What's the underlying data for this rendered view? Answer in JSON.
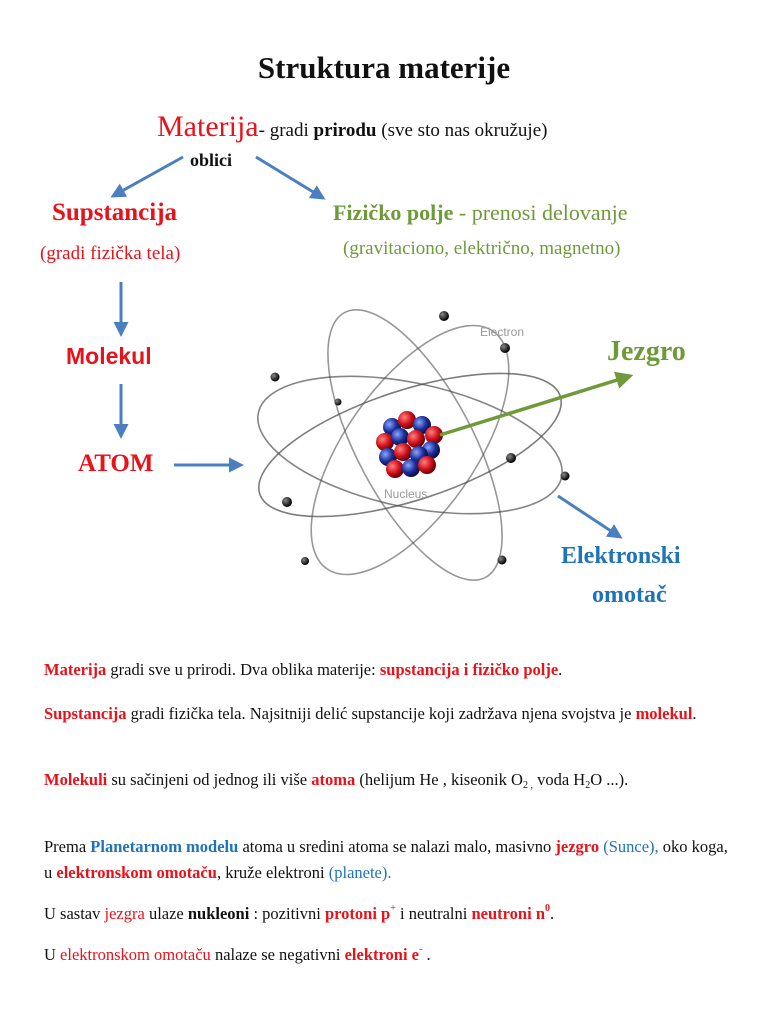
{
  "title": "Struktura materije",
  "top": {
    "materija": "Materija",
    "dash": "- gradi ",
    "prirodu": "prirodu",
    "rest": " (sve sto nas okružuje)",
    "oblici": "oblici"
  },
  "left": {
    "supstancija": "Supstancija",
    "supstancija_sub": "(gradi fizička tela)",
    "molekul": "Molekul",
    "atom": "ATOM"
  },
  "right": {
    "polje": "Fizičko polje",
    "polje_rest": " - prenosi delovanje",
    "polje_sub": "(gravitaciono, električno, magnetno)",
    "jezgro": "Jezgro",
    "omotac_line1": "Elektronski",
    "omotac_line2": "omotač"
  },
  "atom_image": {
    "electron_label": "Electron",
    "nucleus_label": "Nucleus"
  },
  "paragraphs": {
    "p1": {
      "a": "Materija",
      "b": " gradi sve u prirodi. Dva oblika materije: ",
      "c": "supstancija i fizičko polje",
      "d": "."
    },
    "p2": {
      "a": "Supstancija",
      "b": " gradi fizička tela. Najsitniji delić supstancije koji zadržava njena svojstva je ",
      "c": "molekul",
      "d": "."
    },
    "p3": {
      "a": "Molekuli",
      "b": " su sačinjeni od jednog ili više ",
      "c": "atoma",
      "d": " (helijum He , kiseonik O",
      "e": "2 ,",
      "f": "  voda H",
      "g": "2",
      "h": "O ...)."
    },
    "p4": {
      "a": "Prema ",
      "b": "Planetarnom modelu",
      "c": " atoma u sredini atoma se nalazi malo, masivno ",
      "d": "jezgro",
      "e": " (Sunce),",
      "f": " oko koga, u ",
      "g": "elektronskom omotaču",
      "h": ", kruže elektroni ",
      "i": "(planete)."
    },
    "p5": {
      "a": "U sastav ",
      "b": "jezgra",
      "c": " ulaze ",
      "d": "nukleoni",
      "e": " : pozitivni ",
      "f": "protoni",
      "g": "   p",
      "h": "+",
      "i": "  i neutralni ",
      "j": "neutroni",
      "k": "   n",
      "l": "0",
      "m": "."
    },
    "p6": {
      "a": "U ",
      "b": "elektronskom omotaču",
      "c": " nalaze se negativni ",
      "d": "elektroni",
      "e": "  e",
      "f": "-",
      "g": " ."
    }
  },
  "colors": {
    "red": "#e8121a",
    "green": "#6f9a3a",
    "blue": "#1f73b8",
    "arrow_blue": "#4a7fc0",
    "arrow_green": "#6f9a3a"
  }
}
